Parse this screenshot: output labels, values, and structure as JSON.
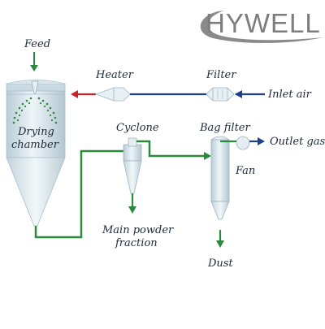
{
  "logo": {
    "text": "HYWELL"
  },
  "labels": {
    "feed": "Feed",
    "heater": "Heater",
    "filter": "Filter",
    "inlet_air": "Inlet air",
    "drying_line1": "Drying",
    "drying_line2": "chamber",
    "cyclone": "Cyclone",
    "bag_filter": "Bag filter",
    "outlet_gas": "Outlet gas",
    "fan": "Fan",
    "main_powder_line1": "Main powder",
    "main_powder_line2": "fraction",
    "dust": "Dust"
  },
  "colors": {
    "product_flow": "#2a8a3c",
    "inlet_air": "#1e3f8a",
    "hot_air": "#cc2127",
    "vessel": "#d4e4ec",
    "logo": "#7d7d7d"
  }
}
